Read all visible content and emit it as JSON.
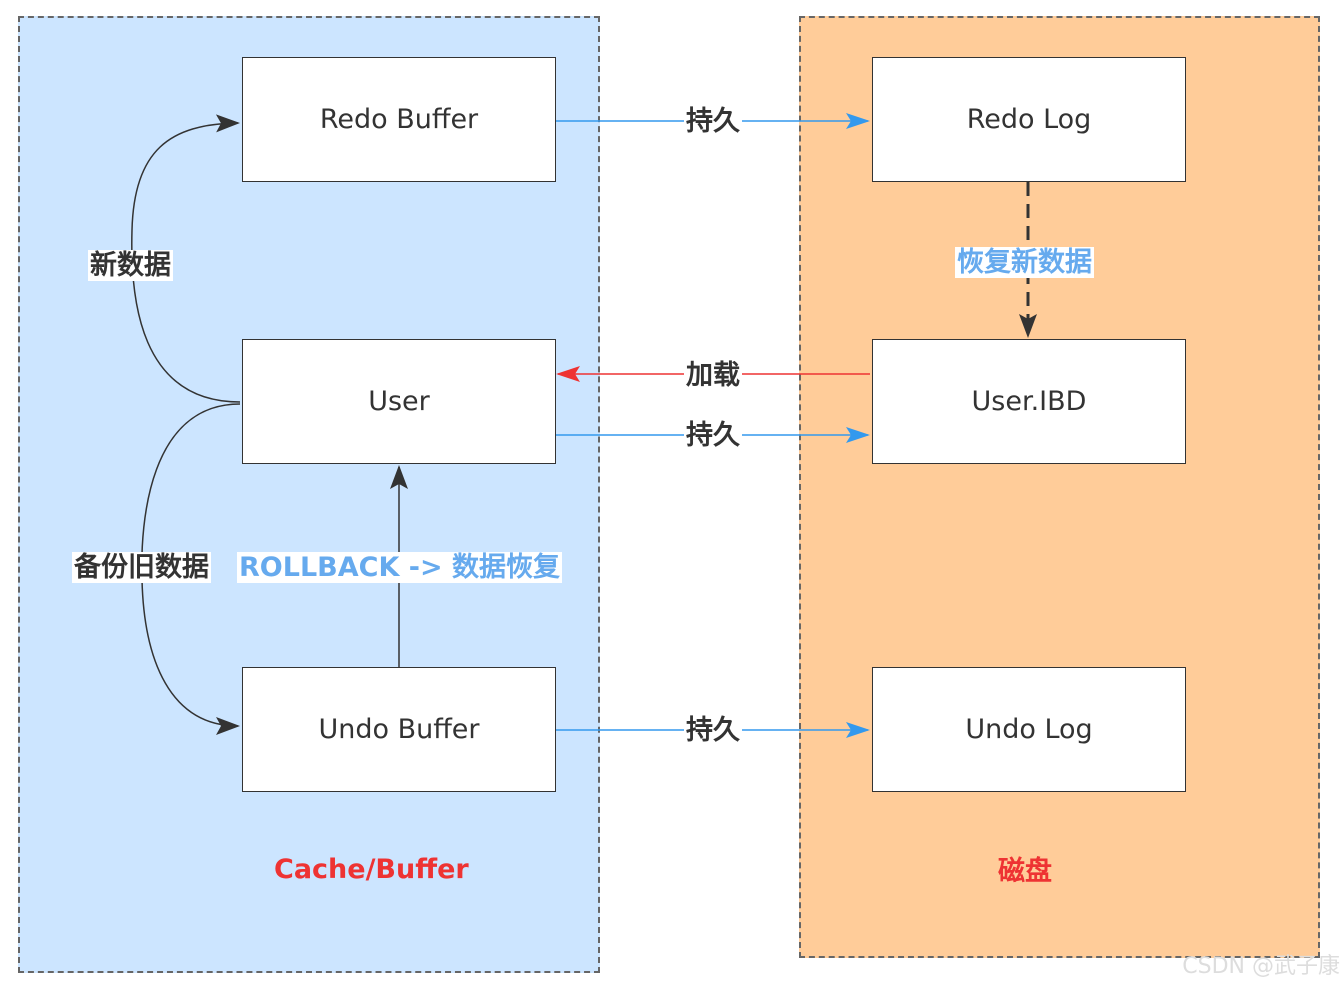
{
  "zones": {
    "cache_label": "Cache/Buffer",
    "disk_label": "磁盘"
  },
  "nodes": {
    "redo_buffer": "Redo Buffer",
    "user": "User",
    "undo_buffer": "Undo Buffer",
    "redo_log": "Redo Log",
    "user_ibd": "User.IBD",
    "undo_log": "Undo Log"
  },
  "edges": {
    "persist_redo": "持久",
    "load_user": "加载",
    "persist_user": "持久",
    "persist_undo": "持久",
    "new_data": "新数据",
    "backup_old_data": "备份旧数据",
    "rollback": "ROLLBACK -> 数据恢复",
    "restore_new_data": "恢复新数据"
  },
  "watermark": "CSDN @武子康",
  "colors": {
    "cache_bg": "#cce5ff",
    "disk_bg": "#ffcc99",
    "persist_arrow": "#3399ee",
    "load_arrow": "#ee3333",
    "text_blue": "#66aaee",
    "text_red": "#ee3333"
  }
}
